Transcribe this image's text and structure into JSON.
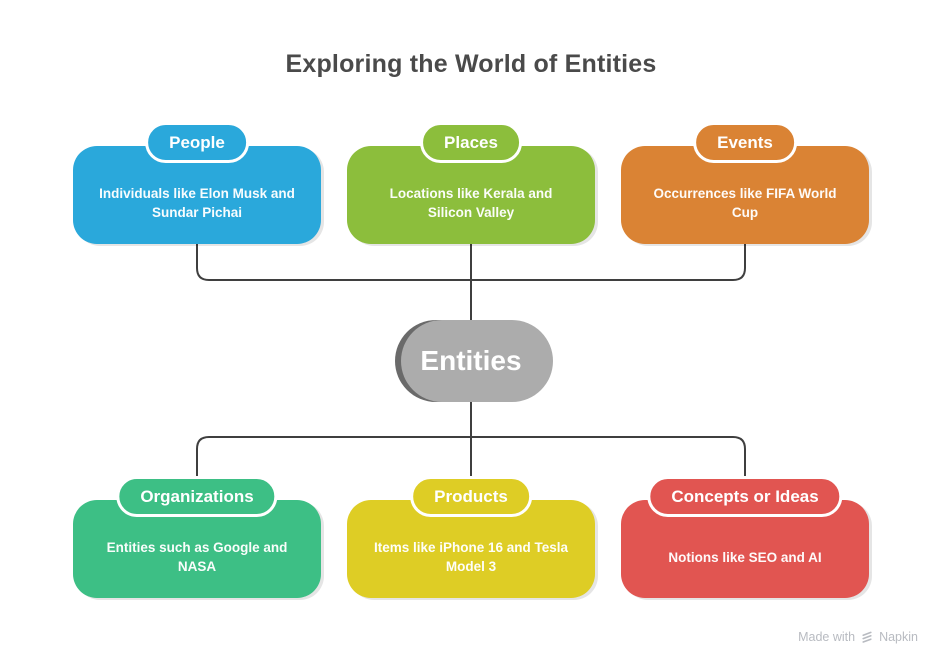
{
  "title": "Exploring the World of Entities",
  "center_node": {
    "label": "Entities",
    "color": "#6a6a6a"
  },
  "groups": {
    "top": [
      {
        "id": "people",
        "label": "People",
        "description": "Individuals like Elon Musk and Sundar Pichai",
        "color": "#2aa8db"
      },
      {
        "id": "places",
        "label": "Places",
        "description": "Locations like Kerala and Silicon Valley",
        "color": "#8cbe3c"
      },
      {
        "id": "events",
        "label": "Events",
        "description": "Occurrences like FIFA World Cup",
        "color": "#da8334"
      }
    ],
    "bottom": [
      {
        "id": "organizations",
        "label": "Organizations",
        "description": "Entities such as Google and NASA",
        "color": "#3dbf85"
      },
      {
        "id": "products",
        "label": "Products",
        "description": "Items like iPhone 16 and Tesla Model 3",
        "color": "#decd25"
      },
      {
        "id": "concepts",
        "label": "Concepts or Ideas",
        "description": "Notions like SEO and AI",
        "color": "#e15551"
      }
    ]
  },
  "connector_color": "#3f3f3f",
  "watermark": {
    "text_prefix": "Made with",
    "brand": "Napkin"
  }
}
